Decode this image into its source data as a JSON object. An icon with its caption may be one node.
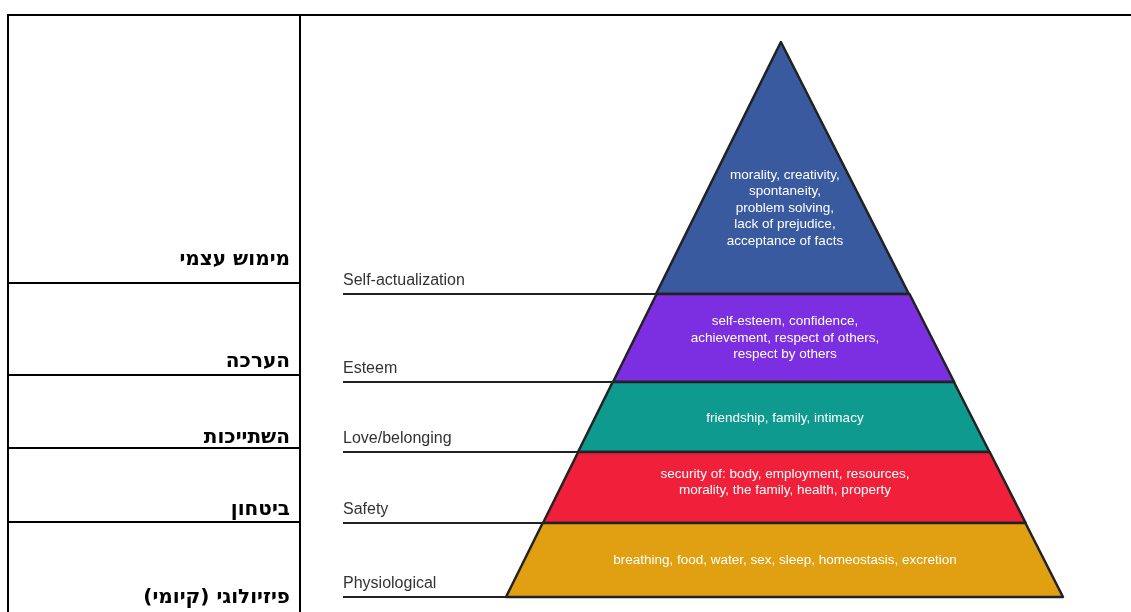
{
  "diagram": {
    "nodes": [
      {
        "text": [
          "morality, creativity, spontaneity, problem solving, lack of prejudice, acceptance of facts"
        ]
      },
      {
        "text": [
          "self-esteem, confidence, achievement, respect of others, respect by others"
        ]
      },
      {
        "text": [
          "friendship, family, intimacy"
        ]
      },
      {
        "text": [
          "security of: body, employment, resources, morality, the family, health, property"
        ]
      },
      {
        "text": [
          "breathing, food, water, sex, sleep, homeostasis, excretion"
        ]
      },
      {
        "text": [
          "Self-actualization"
        ]
      },
      {
        "text": [
          "Esteem"
        ]
      },
      {
        "text": [
          "Love/belonging"
        ]
      },
      {
        "text": [
          "Safety"
        ]
      },
      {
        "text": [
          "Physiological"
        ]
      }
    ],
    "edges": [
      {
        "from": 5,
        "to": 0,
        "arrow": "none"
      },
      {
        "from": 6,
        "to": 1,
        "arrow": "none"
      },
      {
        "from": 7,
        "to": 2,
        "arrow": "none"
      },
      {
        "from": 8,
        "to": 3,
        "arrow": "none"
      },
      {
        "from": 9,
        "to": 4,
        "arrow": "none"
      }
    ],
    "labels": [
      "מימוש עצמי",
      "הערכה",
      "השתייכות",
      "ביטחון",
      "פיזיולוגי (קיומי)"
    ]
  }
}
